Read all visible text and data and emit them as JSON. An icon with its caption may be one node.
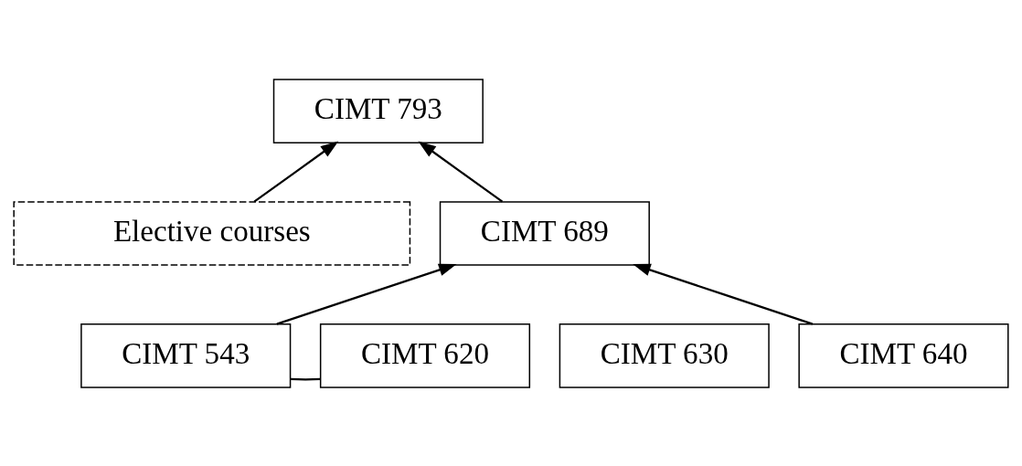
{
  "diagram": {
    "nodes": [
      {
        "text": [
          "CIMT 793"
        ]
      },
      {
        "text": [
          "Elective courses"
        ]
      },
      {
        "text": [
          "CIMT 689"
        ]
      },
      {
        "text": [
          "CIMT 543"
        ]
      },
      {
        "text": [
          "CIMT 620"
        ]
      },
      {
        "text": [
          "CIMT 630"
        ]
      },
      {
        "text": [
          "CIMT 640"
        ]
      }
    ],
    "edges": [
      {
        "from": 1,
        "to": 0,
        "arrow": "to"
      },
      {
        "from": 2,
        "to": 0,
        "arrow": "to"
      },
      {
        "from": 3,
        "to": 4,
        "arrow": "none"
      },
      {
        "from": 3,
        "to": 2,
        "arrow": "to"
      },
      {
        "from": 6,
        "to": 2,
        "arrow": "to"
      }
    ]
  }
}
